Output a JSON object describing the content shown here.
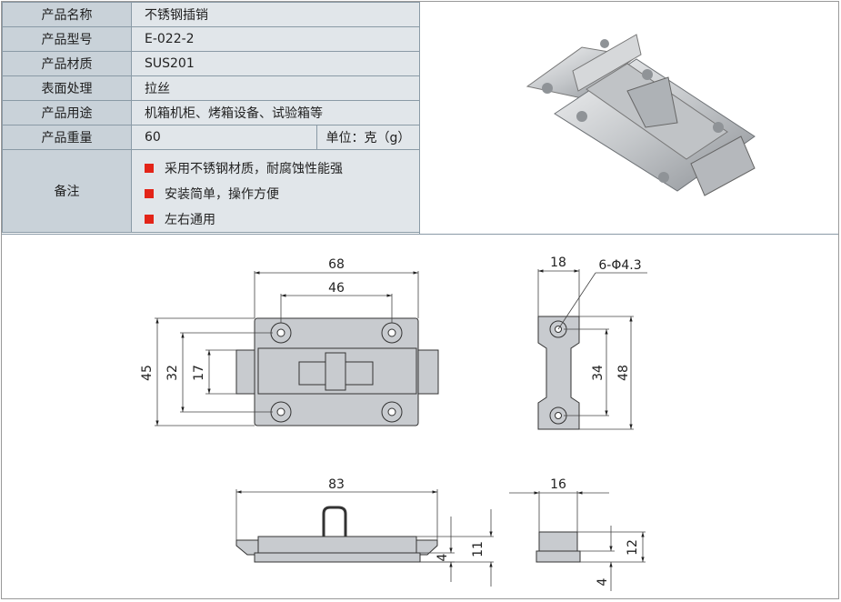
{
  "spec": {
    "rows": [
      {
        "label": "产品名称",
        "value": "不锈钢插销"
      },
      {
        "label": "产品型号",
        "value": "E-022-2"
      },
      {
        "label": "产品材质",
        "value": "SUS201"
      },
      {
        "label": "表面处理",
        "value": "拉丝"
      },
      {
        "label": "产品用途",
        "value": "机箱机柜、烤箱设备、试验箱等"
      }
    ],
    "weight": {
      "label": "产品重量",
      "value": "60",
      "unit": "单位：克（g）"
    },
    "notes": {
      "label": "备注",
      "items": [
        "采用不锈钢材质，耐腐蚀性能强",
        "安装简单，操作方便",
        "左右通用"
      ]
    }
  },
  "dims": {
    "front": {
      "w68": "68",
      "w46": "46",
      "h45": "45",
      "h32": "32",
      "h17": "17"
    },
    "side": {
      "w18": "18",
      "holes": "6-Φ4.3",
      "h34": "34",
      "h48": "48"
    },
    "bottom": {
      "w83": "83",
      "h4": "4",
      "h11": "11"
    },
    "end": {
      "w16": "16",
      "h12": "12",
      "h4": "4"
    }
  },
  "colors": {
    "accent": "#e32418",
    "label_bg": "#c9d2d9",
    "value_bg": "#e1e6ea",
    "part_fill": "#c8cbcf"
  }
}
